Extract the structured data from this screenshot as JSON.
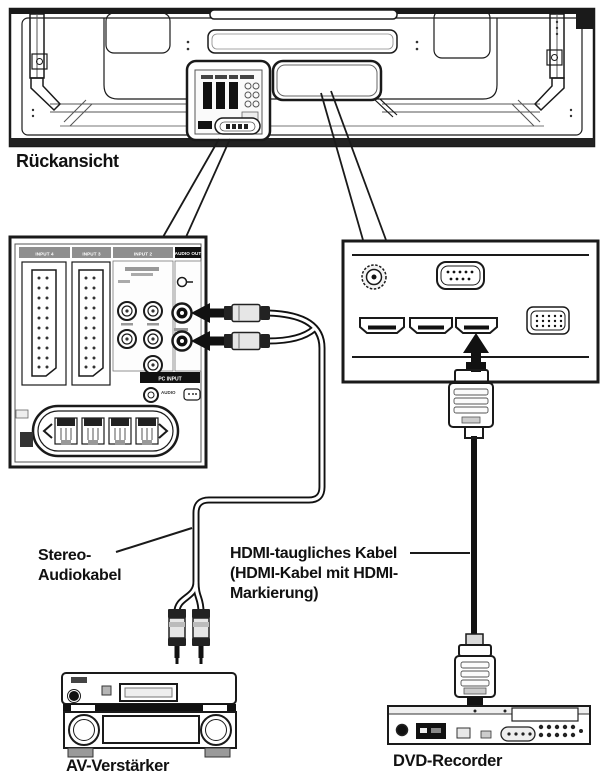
{
  "labels": {
    "rear_view": "Rückansicht",
    "stereo_line1": "Stereo-",
    "stereo_line2": "Audiokabel",
    "hdmi_line1": "HDMI-taugliches Kabel",
    "hdmi_line2": "(HDMI-Kabel mit HDMI-",
    "hdmi_line3": "Markierung)",
    "amplifier": "AV-Verstärker",
    "dvd": "DVD-Recorder"
  },
  "panel": {
    "input4": "INPUT 4",
    "input3": "INPUT 3",
    "input2": "INPUT 2",
    "audio_out": "AUDIO OUT",
    "pc_input": "PC INPUT",
    "pc_audio": "AUDIO"
  },
  "colors": {
    "ink": "#1a1a1a",
    "strip_gray": "#8f8f8f",
    "strip_black": "#111111",
    "device_gray": "#d4d4d4",
    "background": "#ffffff"
  }
}
